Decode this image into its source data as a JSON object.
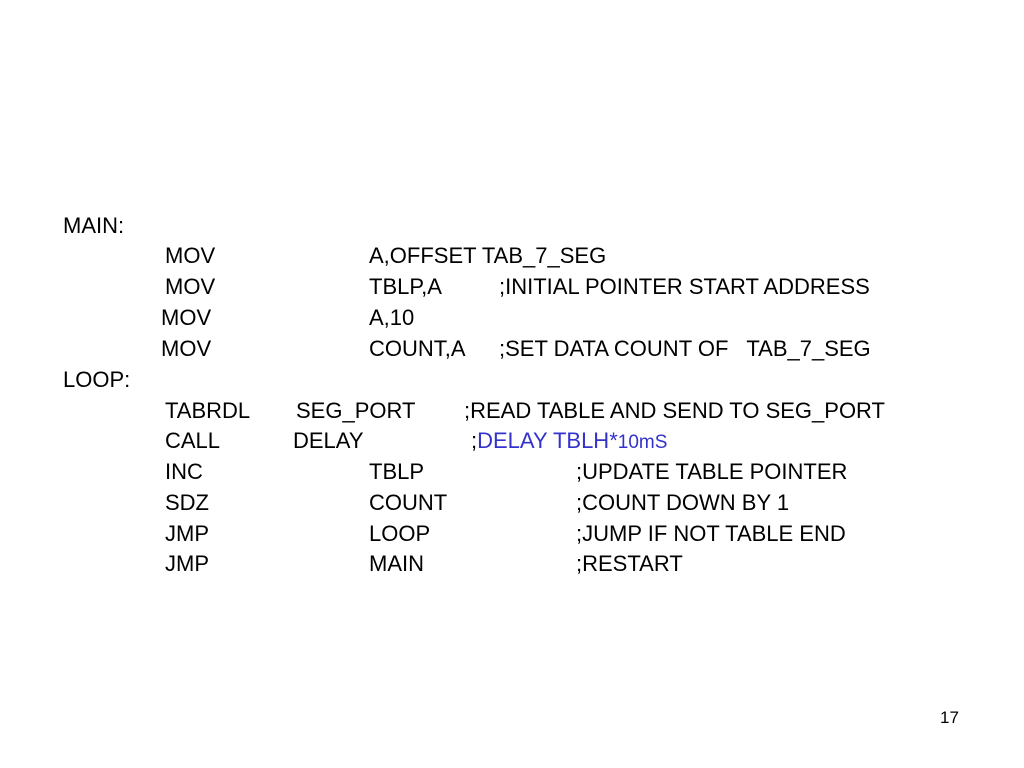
{
  "slide": {
    "labels": {
      "main": "MAIN:",
      "loop": "LOOP:"
    },
    "lines": [
      {
        "op": "MOV",
        "arg": "A,OFFSET TAB_7_SEG",
        "comment": ""
      },
      {
        "op": "MOV",
        "arg": "TBLP,A",
        "comment": ";INITIAL POINTER START ADDRESS"
      },
      {
        "op": "MOV",
        "arg": "A,10",
        "comment": ""
      },
      {
        "op": "MOV",
        "arg": "COUNT,A",
        "comment": ";SET DATA COUNT OF   TAB_7_SEG"
      },
      {
        "op": "TABRDL",
        "arg": "SEG_PORT",
        "comment": ";READ TABLE AND SEND TO SEG_PORT"
      },
      {
        "op": "CALL",
        "arg": "DELAY",
        "comment_semicolon": ";",
        "comment_main": "DELAY TBLH*",
        "comment_tail": "10mS"
      },
      {
        "op": "INC",
        "arg": "TBLP",
        "comment": ";UPDATE TABLE POINTER"
      },
      {
        "op": "SDZ",
        "arg": "COUNT",
        "comment": ";COUNT DOWN BY 1"
      },
      {
        "op": "JMP",
        "arg": "LOOP",
        "comment": ";JUMP IF NOT TABLE END"
      },
      {
        "op": "JMP",
        "arg": "MAIN",
        "comment": ";RESTART"
      }
    ],
    "page_number": "17"
  },
  "colors": {
    "highlight": "#3333cc",
    "text": "#000000",
    "background": "#ffffff"
  }
}
